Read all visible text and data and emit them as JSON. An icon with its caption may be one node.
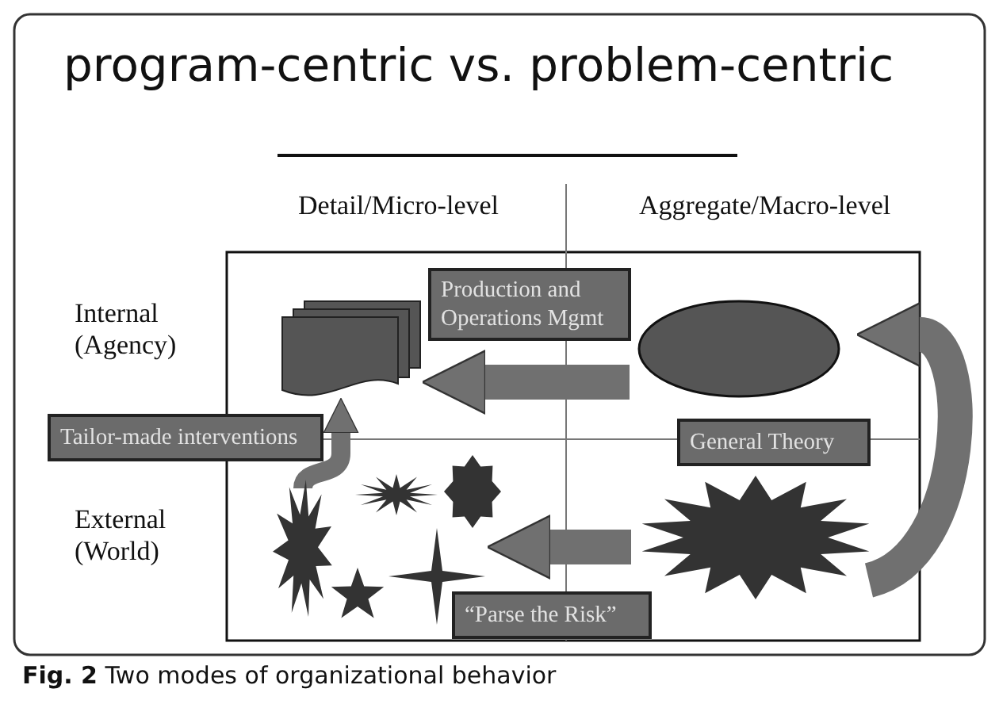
{
  "diagram": {
    "title": "program-centric vs. problem-centric",
    "caption": "**Fig. 2** Two modes of organizational behavior",
    "nodes": [
      {
        "text": [
          "Production and Operations Mgmt"
        ]
      },
      {
        "text": [
          "Tailor-made interventions"
        ]
      },
      {
        "text": [
          "General Theory"
        ]
      },
      {
        "text": [
          "“Parse the Risk”"
        ]
      },
      {
        "text": [],
        "shape": "box"
      },
      {
        "text": [],
        "shape": "ellipse"
      },
      {
        "text": [],
        "shape": "star"
      },
      {
        "text": [],
        "shape": "star"
      },
      {
        "text": [],
        "shape": "star"
      },
      {
        "text": [],
        "shape": "star"
      },
      {
        "text": [],
        "shape": "star"
      },
      {
        "text": [],
        "shape": "star"
      }
    ],
    "edges": [
      {
        "from": 5,
        "to": 4,
        "arrow": "to"
      },
      {
        "from": 11,
        "to": 9,
        "arrow": "to"
      },
      {
        "from": 6,
        "to": 4,
        "arrow": "to"
      },
      {
        "from": 11,
        "to": 5,
        "arrow": "to"
      }
    ],
    "labels": [
      "Detail/Micro-level",
      "Aggregate/Macro-level",
      "Internal (Agency)",
      "External (World)"
    ]
  }
}
